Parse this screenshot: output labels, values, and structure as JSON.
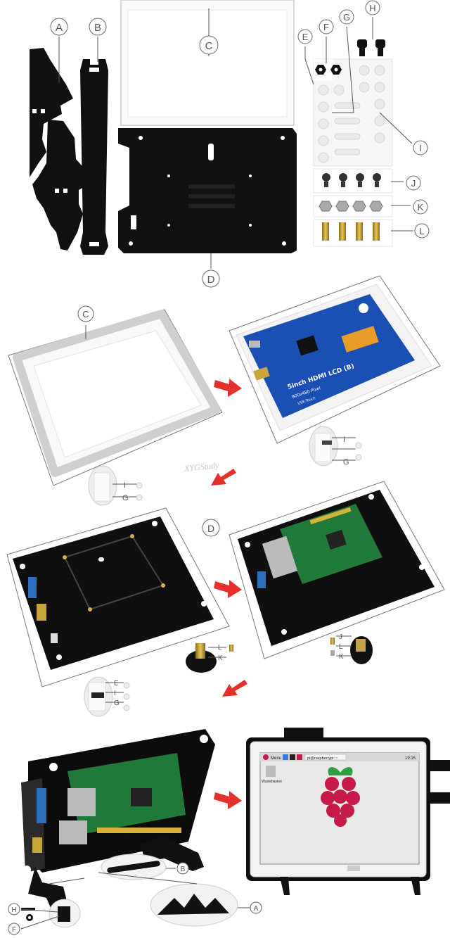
{
  "parts_callouts": {
    "A": "A",
    "B": "B",
    "C": "C",
    "D": "D",
    "E": "E",
    "F": "F",
    "G": "G",
    "H": "H",
    "I": "I",
    "J": "J",
    "K": "K",
    "L": "L"
  },
  "step1": {
    "callout": "C",
    "zoom_labels": [
      "I",
      "G"
    ]
  },
  "step2": {
    "lcd_title": "5inch HDMI LCD (B)",
    "lcd_resolution": "800x480 Pixel",
    "lcd_touch": "USB Touch",
    "zoom_labels": [
      "I",
      "G"
    ],
    "watermark": "XYGStudy"
  },
  "step3": {
    "callout": "D",
    "zoom_labels_screw": [
      "L",
      "K"
    ],
    "zoom_labels_side": [
      "E",
      "I",
      "G"
    ]
  },
  "step4": {
    "zoom_labels": [
      "J",
      "L",
      "K"
    ]
  },
  "step5": {
    "callouts": [
      "B",
      "A",
      "H",
      "F"
    ]
  },
  "step6": {
    "taskbar_menu": "Menu",
    "taskbar_task": "pi@raspberrypi: ~",
    "taskbar_time": "19:15",
    "desktop_icon": "Wastebasket"
  }
}
